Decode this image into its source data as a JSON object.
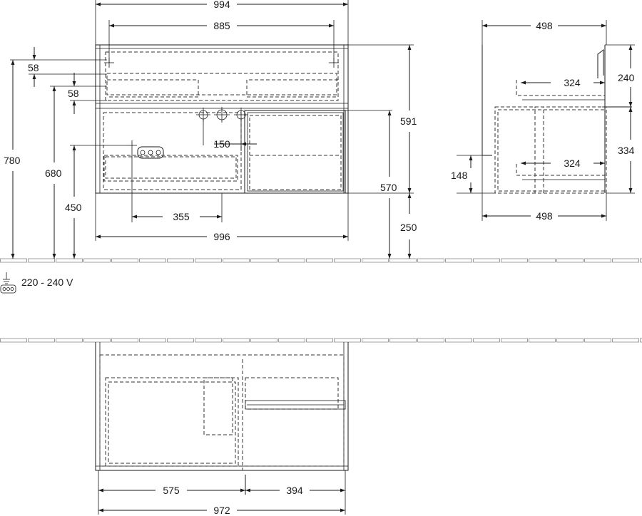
{
  "views": {
    "front": {
      "dims": {
        "total_width": "994",
        "hole_spacing": "885",
        "offset_top": "58",
        "offset_second": "58",
        "total_height": "780",
        "height_680": "680",
        "height_450": "450",
        "pipe_spacing": "150",
        "height_591": "591",
        "height_570": "570",
        "height_250": "250",
        "socket_offset": "355",
        "bottom_width": "996"
      }
    },
    "side": {
      "dims": {
        "top_depth": "498",
        "drawer_upper_depth": "324",
        "drawer_lower_depth": "324",
        "upper_height": "240",
        "lower_height": "334",
        "side_148": "148",
        "bottom_depth": "498"
      }
    },
    "electrical": {
      "voltage": "220 - 240 V",
      "icon": "power-socket-icon"
    },
    "top": {
      "dims": {
        "left_width": "575",
        "right_width": "394",
        "total_width": "972"
      }
    }
  }
}
